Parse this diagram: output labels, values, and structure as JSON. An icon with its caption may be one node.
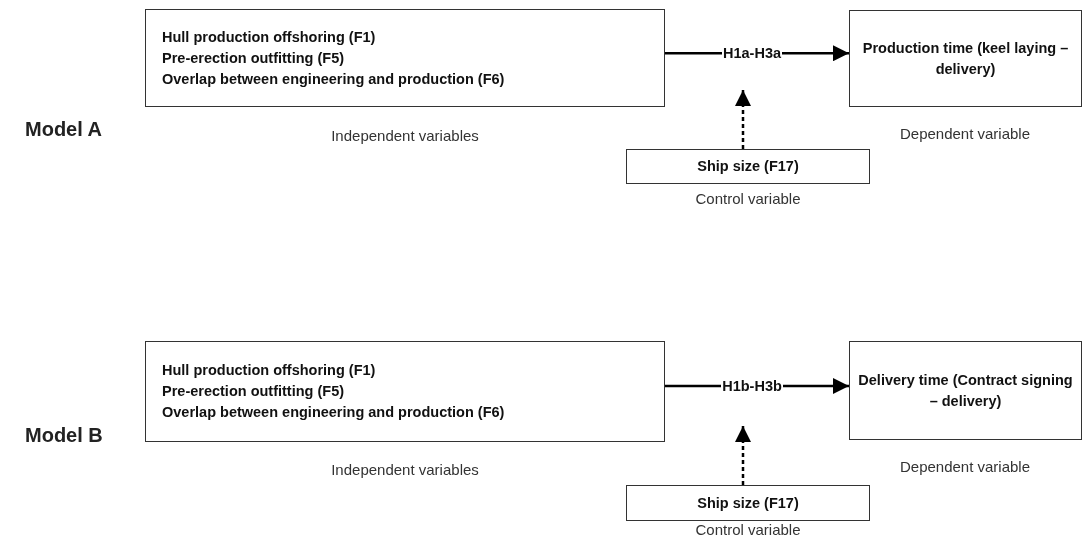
{
  "diagram": {
    "nodes": [
      {
        "text": [
          "Hull production offshoring (F1)",
          "Pre-erection outfitting (F5)",
          "Overlap between engineering and production (F6)"
        ],
        "beside": [
          "Independent variables"
        ]
      },
      {
        "text": [
          "Production time (keel laying – delivery)"
        ],
        "beside": [
          "Dependent variable"
        ]
      },
      {
        "text": [
          "Ship size (F17)"
        ],
        "beside": [
          "Control variable"
        ]
      },
      {
        "text": [
          "Hull production offshoring (F1)",
          "Pre-erection outfitting (F5)",
          "Overlap between engineering and production (F6)"
        ],
        "beside": [
          "Independent variables"
        ]
      },
      {
        "text": [
          "Delivery time (Contract signing – delivery)"
        ],
        "beside": [
          "Dependent variable"
        ]
      },
      {
        "text": [
          "Ship size (F17)"
        ],
        "beside": [
          "Control variable"
        ]
      }
    ],
    "edges": [
      {
        "from": 0,
        "to": 1,
        "arrow": "to",
        "label": "H1a-H3a"
      },
      {
        "from": 2,
        "to": null,
        "arrow": "to",
        "style": "dashed"
      },
      {
        "from": 3,
        "to": 4,
        "arrow": "to",
        "label": "H1b-H3b"
      },
      {
        "from": 5,
        "to": null,
        "arrow": "to",
        "style": "dashed"
      }
    ],
    "labels": [
      "Model A",
      "Model B"
    ]
  }
}
